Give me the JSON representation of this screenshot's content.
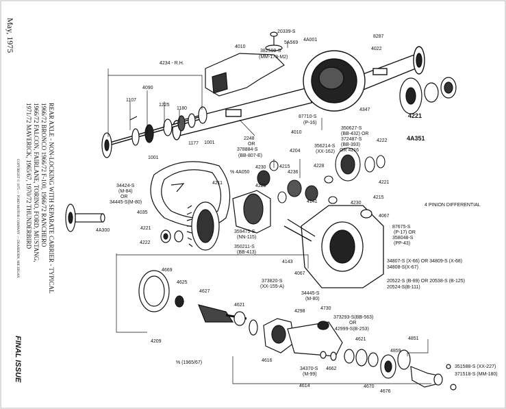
{
  "side_text": {
    "date": "May, 1975",
    "title_line1": "REAR AXLE - NON-LOCKING WITH SEPARATE CARRIER - TYPICAL",
    "title_line2": "1966/72 BRONCO 1966/72 F-100, 1966/72 RANCHERO",
    "title_line3": "1966/72 FALCON, FAIRLANE, TORINO, FORD, MUSTANG,",
    "title_line4": "1971/72 MAVERICK, 1965/67, 1970/72 THUNDERBIRD",
    "copyright": "COPYRIGHT © 1975 — FORD MOTOR COMPANY — DEARBORN, MICHIGAN",
    "final_issue": "FINAL ISSUE"
  },
  "callouts": {
    "c20339": "20339-S",
    "c4a001": "4A001",
    "c8287": "8287",
    "c5a569": "5A569",
    "c4022": "4022",
    "c4010_top": "4010",
    "c382599": "382599-S",
    "c382599b": "(MM-173-M2)",
    "c4234": "4234 - R.H.",
    "c1107": "1107",
    "c4090": "4090",
    "c1225": "1225",
    "c1180": "1180",
    "c1177": "1177",
    "c1001a": "1001",
    "c1001b": "1001",
    "c87710": "87710-S",
    "c87710b": "(P-16)",
    "c4010_mid": "4010",
    "c2248": "2248",
    "c2248or": "OR",
    "c378884": "378884-S",
    "c378884b": "(BB-807-E)",
    "c4347": "4347",
    "c4221_top": "4221",
    "c4a351": "4A351",
    "c350627": "350627-S",
    "c350627b": "(BB-432) OR",
    "c372487": "372487-S",
    "c372487b": "(BB-393)",
    "c372487c": "OR 4216",
    "c4222_top": "4222",
    "c356214": "356214-S",
    "c356214b": "(XX-162)",
    "c4204": "4204",
    "c4230a": "4230",
    "c4215a": "4215",
    "c4228": "4228",
    "c4236": "4236",
    "c4221_mid": "4221",
    "c4a050": "% 4A050",
    "c4211": "4211",
    "c4228b": "4228",
    "c4215b": "4215",
    "c4230b": "4230",
    "c4141": "4141",
    "c4067a": "4067",
    "c34424": "34424-S",
    "c34424b": "(M-84)",
    "c34424c": "OR",
    "c34445": "34445-S(M-80)",
    "c4a300": "4A300",
    "c4035": "4035",
    "c4221_low": "4221",
    "c4222_low": "4222",
    "c359475": "359475-S",
    "c359475b": "(NN-115)",
    "c350211": "350211-S",
    "c350211b": "(BB-413)",
    "c87675": "87675-S",
    "c87675b": "(P-17) OR",
    "c358048": "358048-S",
    "c358048b": "(PP-43)",
    "c4143": "4143",
    "c4067b": "4067",
    "c34807": "34807-S (X-66) OR 34809-S (X-68)",
    "c34808": "34808-S(X-67)",
    "c373820": "373820-S",
    "c373820b": "(XX-155-A)",
    "c34445b": "34445-S",
    "c34445bb": "(M-80)",
    "c20522": "20522-S (B-89) OR 20538-S (B-125)",
    "c20524": "20524-S(B-111)",
    "four_pinion": "4 PINION DIFFERENTIAL",
    "c4669": "4669",
    "c4625": "4625",
    "c4627": "4627",
    "c4621a": "4621",
    "c4298": "4298",
    "c4730": "4730",
    "c373293": "373293-S(BB-563)",
    "c373293or": "OR",
    "c42999": "42999-S(B-253)",
    "c4621b": "4621",
    "c4851": "4851",
    "c4859": "4859",
    "c4209": "4209",
    "pct_note": "% (1965/67)",
    "c34370": "34370-S",
    "c34370b": "(M-99)",
    "c4662": "4662",
    "c4616": "4616",
    "c4614": "4614",
    "c4670": "4670",
    "c4676": "4676",
    "c351588": "351588-S (XX-227)",
    "c371518": "371518-S (MM-180)"
  }
}
